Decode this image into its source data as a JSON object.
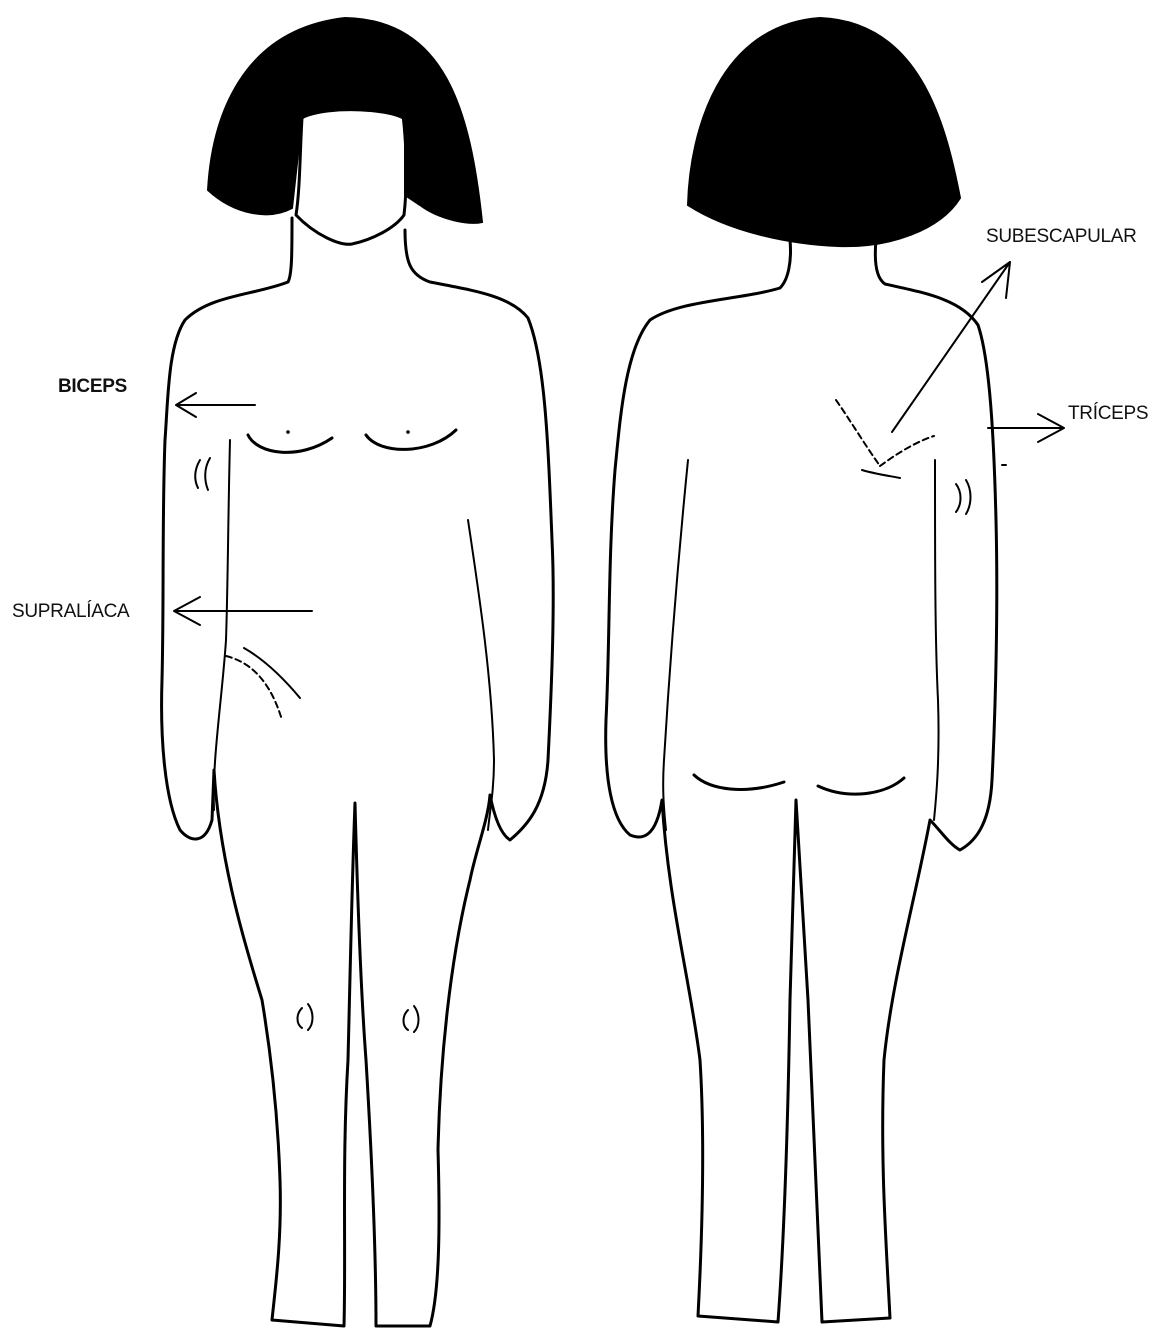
{
  "labels": {
    "biceps": "BICEPS",
    "supraliaca": "SUPRALÍACA",
    "subescapular": "SUBESCAPULAR",
    "triceps": "TRÍCEPS"
  },
  "colors": {
    "line": "#000000",
    "background": "#ffffff"
  }
}
